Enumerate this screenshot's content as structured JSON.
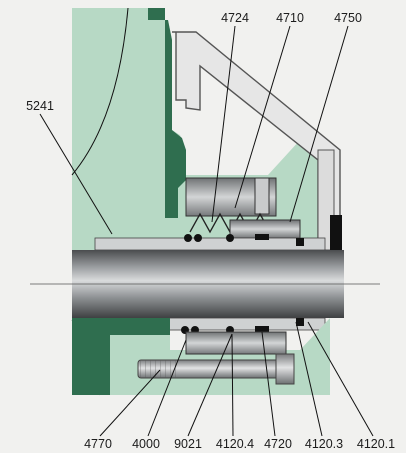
{
  "diagram": {
    "part_labels": {
      "p4724": "4724",
      "p4710": "4710",
      "p4750": "4750",
      "p5241": "5241",
      "p4770": "4770",
      "p4000": "4000",
      "p9021": "9021",
      "p4120_4": "4120.4",
      "p4720": "4720",
      "p4120_3": "4120.3",
      "p4120_1": "4120.1"
    },
    "colors": {
      "background": "#f1f1ef",
      "housing": "#2f6e4f",
      "chamber": "#b7d9c5",
      "cover": "#e4e4e4",
      "shaft": "#8f9294",
      "seal": "#141414"
    }
  }
}
